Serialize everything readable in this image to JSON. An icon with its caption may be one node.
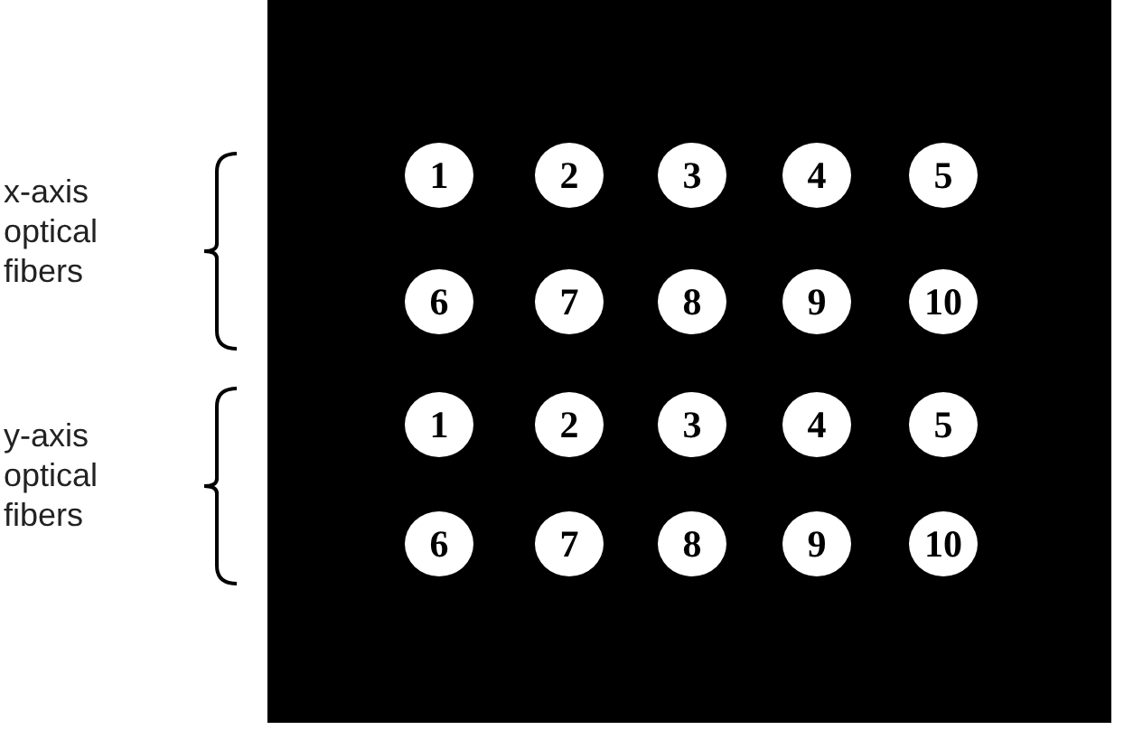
{
  "diagram": {
    "nodes": [
      {
        "text": [],
        "shape": "box"
      },
      {
        "text": [
          "1"
        ],
        "in": 0
      },
      {
        "text": [
          "2"
        ],
        "in": 0
      },
      {
        "text": [
          "3"
        ],
        "in": 0
      },
      {
        "text": [
          "4"
        ],
        "in": 0
      },
      {
        "text": [
          "5"
        ],
        "in": 0
      },
      {
        "text": [
          "6"
        ],
        "in": 0
      },
      {
        "text": [
          "7"
        ],
        "in": 0
      },
      {
        "text": [
          "8"
        ],
        "in": 0
      },
      {
        "text": [
          "9"
        ],
        "in": 0
      },
      {
        "text": [
          "10"
        ],
        "in": 0
      },
      {
        "text": [
          "1"
        ],
        "in": 0
      },
      {
        "text": [
          "2"
        ],
        "in": 0
      },
      {
        "text": [
          "3"
        ],
        "in": 0
      },
      {
        "text": [
          "4"
        ],
        "in": 0
      },
      {
        "text": [
          "5"
        ],
        "in": 0
      },
      {
        "text": [
          "6"
        ],
        "in": 0
      },
      {
        "text": [
          "7"
        ],
        "in": 0
      },
      {
        "text": [
          "8"
        ],
        "in": 0
      },
      {
        "text": [
          "9"
        ],
        "in": 0
      },
      {
        "text": [
          "10"
        ],
        "in": 0
      }
    ],
    "edges": [],
    "labels": [
      "x-axis optical fibers",
      "y-axis optical fibers"
    ]
  }
}
